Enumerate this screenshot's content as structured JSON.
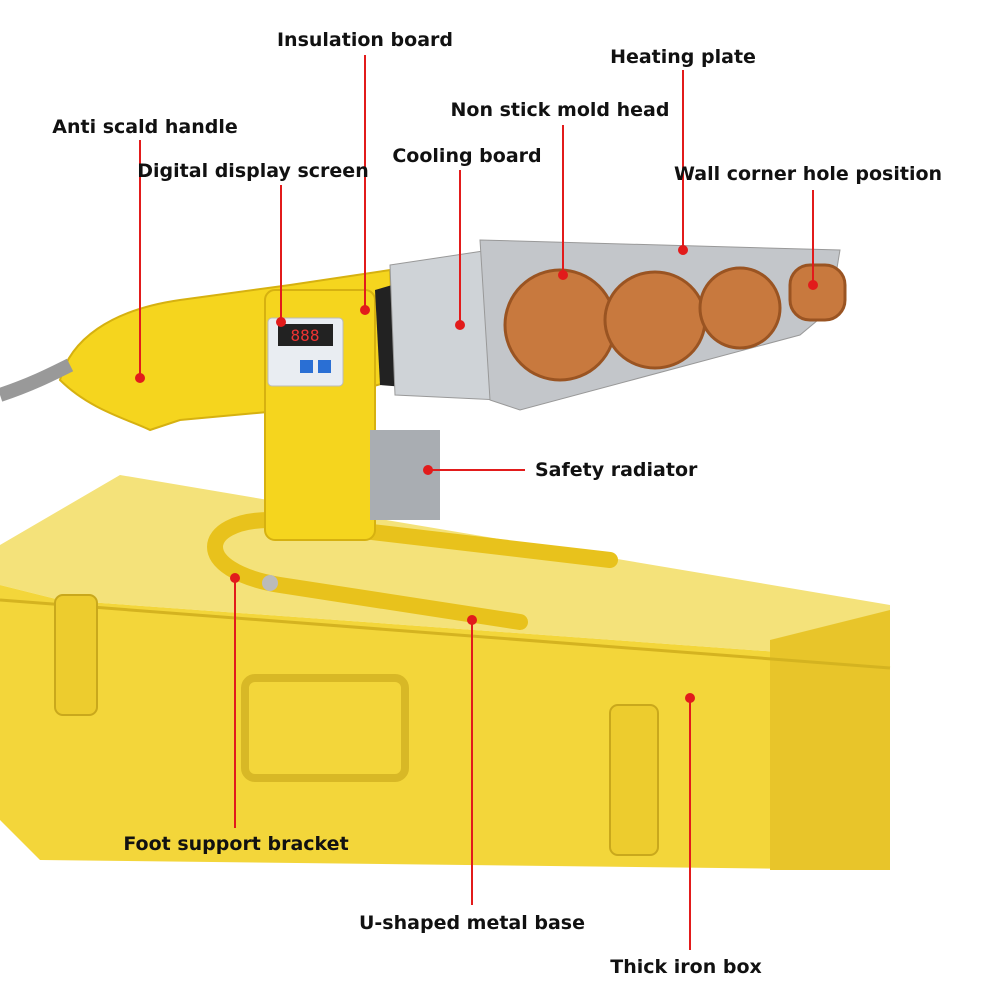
{
  "colors": {
    "callout": "#e21b1b",
    "body": "#f5d51e",
    "box": "#f7dc3a",
    "copper": "#c8793e",
    "metal": "#c9ccd0"
  },
  "labels": {
    "insulation_board": "Insulation board",
    "heating_plate": "Heating plate",
    "non_stick_mold_head": "Non stick mold head",
    "anti_scald_handle": "Anti scald handle",
    "digital_display_screen": "Digital display screen",
    "cooling_board": "Cooling board",
    "wall_corner_hole_position": "Wall corner hole position",
    "safety_radiator": "Safety radiator",
    "foot_support_bracket": "Foot support bracket",
    "u_shaped_metal_base": "U-shaped metal base",
    "thick_iron_box": "Thick iron box"
  },
  "display": {
    "readout": "888"
  }
}
